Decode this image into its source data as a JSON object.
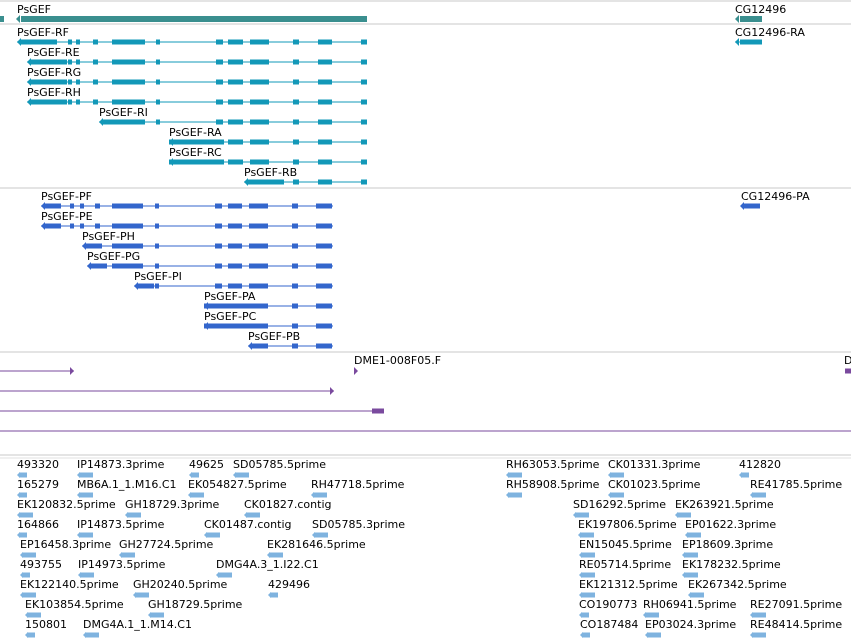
{
  "tracks": {
    "gene": {
      "features": [
        {
          "label": "PsGEF",
          "color": "#3a8f8f"
        },
        {
          "label": "CG12496",
          "color": "#3a8f8f"
        }
      ]
    },
    "transcripts": {
      "color": "#1298b8",
      "features": [
        {
          "label": "PsGEF-RF"
        },
        {
          "label": "PsGEF-RE"
        },
        {
          "label": "PsGEF-RG"
        },
        {
          "label": "PsGEF-RH"
        },
        {
          "label": "PsGEF-RI"
        },
        {
          "label": "PsGEF-RA"
        },
        {
          "label": "PsGEF-RC"
        },
        {
          "label": "PsGEF-RB"
        },
        {
          "label": "CG12496-RA"
        }
      ]
    },
    "proteins": {
      "color": "#3366cc",
      "features": [
        {
          "label": "PsGEF-PF"
        },
        {
          "label": "PsGEF-PE"
        },
        {
          "label": "PsGEF-PH"
        },
        {
          "label": "PsGEF-PG"
        },
        {
          "label": "PsGEF-PI"
        },
        {
          "label": "PsGEF-PA"
        },
        {
          "label": "PsGEF-PC"
        },
        {
          "label": "PsGEF-PB"
        },
        {
          "label": "CG12496-PA"
        }
      ]
    },
    "clones": {
      "color": "#7a4a9e",
      "features": [
        {
          "label": "DME1-008F05.F"
        },
        {
          "label": "D"
        }
      ]
    },
    "ests": {
      "color": "#7fb3df",
      "features": [
        {
          "label": "493320"
        },
        {
          "label": "IP14873.3prime"
        },
        {
          "label": "49625"
        },
        {
          "label": "SD05785.5prime"
        },
        {
          "label": "RH63053.5prime"
        },
        {
          "label": "CK01331.3prime"
        },
        {
          "label": "412820"
        },
        {
          "label": "165279"
        },
        {
          "label": "MB6A.1_1.M16.C1"
        },
        {
          "label": "EK054827.5prime"
        },
        {
          "label": "RH47718.5prime"
        },
        {
          "label": "RH58908.5prime"
        },
        {
          "label": "CK01023.5prime"
        },
        {
          "label": "RE41785.5prime"
        },
        {
          "label": "EK120832.5prime"
        },
        {
          "label": "GH18729.3prime"
        },
        {
          "label": "CK01827.contig"
        },
        {
          "label": "SD16292.5prime"
        },
        {
          "label": "EK263921.5prime"
        },
        {
          "label": "164866"
        },
        {
          "label": "IP14873.5prime"
        },
        {
          "label": "CK01487.contig"
        },
        {
          "label": "SD05785.3prime"
        },
        {
          "label": "EK197806.5prime"
        },
        {
          "label": "EP01622.3prime"
        },
        {
          "label": "EP16458.3prime"
        },
        {
          "label": "GH27724.5prime"
        },
        {
          "label": "EK281646.5prime"
        },
        {
          "label": "EN15045.5prime"
        },
        {
          "label": "EP18609.3prime"
        },
        {
          "label": "493755"
        },
        {
          "label": "IP14973.5prime"
        },
        {
          "label": "DMG4A.3_1.I22.C1"
        },
        {
          "label": "RE05714.5prime"
        },
        {
          "label": "EK178232.5prime"
        },
        {
          "label": "EK122140.5prime"
        },
        {
          "label": "GH20240.5prime"
        },
        {
          "label": "429496"
        },
        {
          "label": "EK121312.5prime"
        },
        {
          "label": "EK267342.5prime"
        },
        {
          "label": "EK103854.5prime"
        },
        {
          "label": "GH18729.5prime"
        },
        {
          "label": "CO190773"
        },
        {
          "label": "RH06941.5prime"
        },
        {
          "label": "RE27091.5prime"
        },
        {
          "label": "150801"
        },
        {
          "label": "DMG4A.1_1.M14.C1"
        },
        {
          "label": "CO187484"
        },
        {
          "label": "EP03024.3prime"
        },
        {
          "label": "RE48414.5prime"
        }
      ]
    }
  }
}
